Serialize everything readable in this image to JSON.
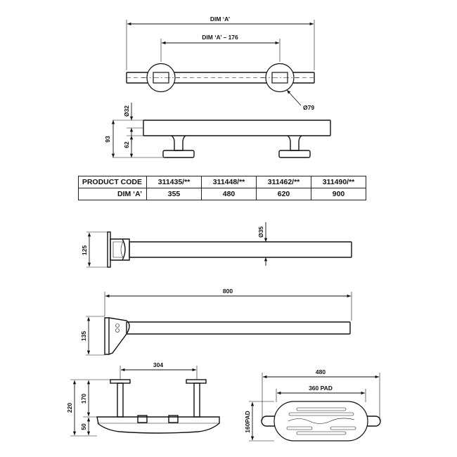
{
  "top_view": {
    "dim_overall": "DIM ‘A’",
    "dim_centres": "DIM ‘A’ – 176",
    "flange_diameter": "Ø79"
  },
  "side_view": {
    "dim_tube": "Ø32",
    "dim_height_total": "93",
    "dim_height_centre": "62"
  },
  "product_table": {
    "header_label": "PRODUCT CODE",
    "row_label": "DIM ‘A’",
    "columns": [
      {
        "code": "311435/**",
        "dim_a": "355"
      },
      {
        "code": "311448/**",
        "dim_a": "480"
      },
      {
        "code": "311462/**",
        "dim_a": "620"
      },
      {
        "code": "311490/**",
        "dim_a": "900"
      }
    ]
  },
  "hinged_rail_side": {
    "dim_height": "125",
    "dim_tube": "Ø35"
  },
  "hinged_rail_front": {
    "dim_length": "800",
    "dim_height": "135"
  },
  "shelf_front": {
    "dim_centres": "304",
    "dim_total_height": "220",
    "dim_post_height": "170",
    "dim_pad_height": "50"
  },
  "shelf_plan": {
    "dim_length": "480",
    "dim_pad_length": "360 PAD",
    "dim_pad_depth": "160PAD"
  }
}
